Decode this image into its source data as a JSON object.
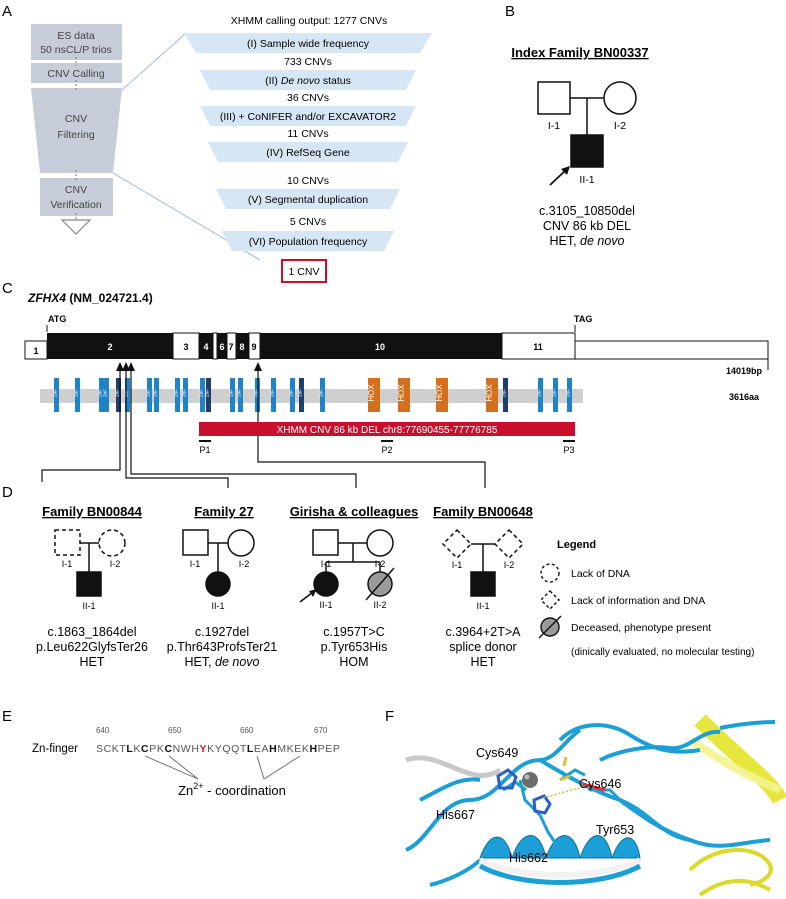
{
  "panels": {
    "a": "A",
    "b": "B",
    "c": "C",
    "d": "D",
    "e": "E",
    "f": "F"
  },
  "panelA": {
    "left_boxes": [
      "ES data",
      "50 nsCL/P trios",
      "CNV Calling",
      "CNV",
      "Filtering",
      "CNV",
      "Verification"
    ],
    "header": "XHMM calling output: 1277 CNVs",
    "steps": [
      {
        "filter": "(I) Sample wide frequency",
        "result": "733 CNVs"
      },
      {
        "filter_prefix": "(II) ",
        "filter_italic": "De novo",
        "filter_suffix": " status",
        "result": "36 CNVs"
      },
      {
        "filter": "(III) + CoNIFER and/or EXCAVATOR2",
        "result": "11 CNVs"
      },
      {
        "filter": "(IV) RefSeq Gene",
        "result": "10 CNVs"
      },
      {
        "filter": "(V) Segmental duplication",
        "result": "5 CNVs"
      },
      {
        "filter": "(VI) Population frequency",
        "result": ""
      }
    ],
    "final": "1 CNV"
  },
  "panelB": {
    "title": "Index Family BN00337",
    "labels": [
      "I-1",
      "I-2",
      "II-1"
    ],
    "variant": [
      "c.3105_10850del",
      "CNV 86 kb DEL"
    ],
    "status_prefix": "HET, ",
    "status_italic": "de novo"
  },
  "panelC": {
    "gene": "ZFHX4",
    "transcript": " (NM_024721.4)",
    "atg": "ATG",
    "tag": "TAG",
    "exons": [
      "1",
      "2",
      "3",
      "4",
      "6",
      "7",
      "8",
      "9",
      "10",
      "11"
    ],
    "bp": "14019bp",
    "aa": "3616aa",
    "domain_label": "ZnF",
    "hox_label": "HOX",
    "cnv": "XHMM CNV 86 kb DEL chr8:77690455-77776785",
    "primers": [
      "P1",
      "P2",
      "P3"
    ]
  },
  "panelD": {
    "families": [
      {
        "title": "Family BN00844",
        "labels": [
          "I-1",
          "I-2",
          "II-1"
        ],
        "variant": [
          "c.1863_1864del",
          "p.Leu622GlyfsTer26",
          "HET"
        ]
      },
      {
        "title": "Family 27",
        "labels": [
          "I-1",
          "I-2",
          "II-1"
        ],
        "variant": [
          "c.1927del",
          "p.Thr643ProfsTer21"
        ],
        "status_prefix": "HET, ",
        "status_italic": "de novo"
      },
      {
        "title": "Girisha & colleagues",
        "labels": [
          "I-1",
          "I-2",
          "II-1",
          "II-2"
        ],
        "variant": [
          "c.1957T>C",
          "p.Tyr653His",
          "HOM"
        ]
      },
      {
        "title": "Family BN00648",
        "labels": [
          "I-1",
          "I-2",
          "II-1"
        ],
        "variant": [
          "c.3964+2T>A",
          "splice donor",
          "HET"
        ]
      }
    ],
    "legend_title": "Legend",
    "legend_items": [
      "Lack of DNA",
      "Lack of information and DNA",
      "Deceased, phenotype present",
      "(dinically evaluated, no molecular testing)"
    ]
  },
  "panelE": {
    "label": "Zn-finger",
    "positions": [
      "640",
      "650",
      "660",
      "670"
    ],
    "seq_parts": [
      {
        "t": "SCKT",
        "b": false,
        "c": "#555555"
      },
      {
        "t": "L",
        "b": true,
        "c": "#111111"
      },
      {
        "t": "K",
        "b": false,
        "c": "#555555"
      },
      {
        "t": "C",
        "b": true,
        "c": "#111111"
      },
      {
        "t": "PK",
        "b": false,
        "c": "#555555"
      },
      {
        "t": "C",
        "b": true,
        "c": "#111111"
      },
      {
        "t": "NWH",
        "b": false,
        "c": "#555555"
      },
      {
        "t": "Y",
        "b": true,
        "c": "#d42020"
      },
      {
        "t": "KYQQT",
        "b": false,
        "c": "#555555"
      },
      {
        "t": "L",
        "b": true,
        "c": "#111111"
      },
      {
        "t": "EA",
        "b": false,
        "c": "#555555"
      },
      {
        "t": "H",
        "b": true,
        "c": "#111111"
      },
      {
        "t": "MKEK",
        "b": false,
        "c": "#555555"
      },
      {
        "t": "H",
        "b": true,
        "c": "#111111"
      },
      {
        "t": "PEP",
        "b": false,
        "c": "#555555"
      }
    ],
    "zn_base": "Zn",
    "zn_sup": "2+",
    "zn_suffix": " - coordination"
  },
  "panelF": {
    "residues": [
      "Cys649",
      "Cys646",
      "His667",
      "Tyr653",
      "His662"
    ]
  },
  "colors": {
    "funnel": "#c6cdd8",
    "step": "#d6e6f4",
    "red": "#c8102e",
    "znf": "#1f83c9",
    "znf_dark": "#1e3f6e",
    "hox": "#d4701d",
    "protein": "#cfcfcf",
    "ribbon": "#1c9ed6"
  }
}
